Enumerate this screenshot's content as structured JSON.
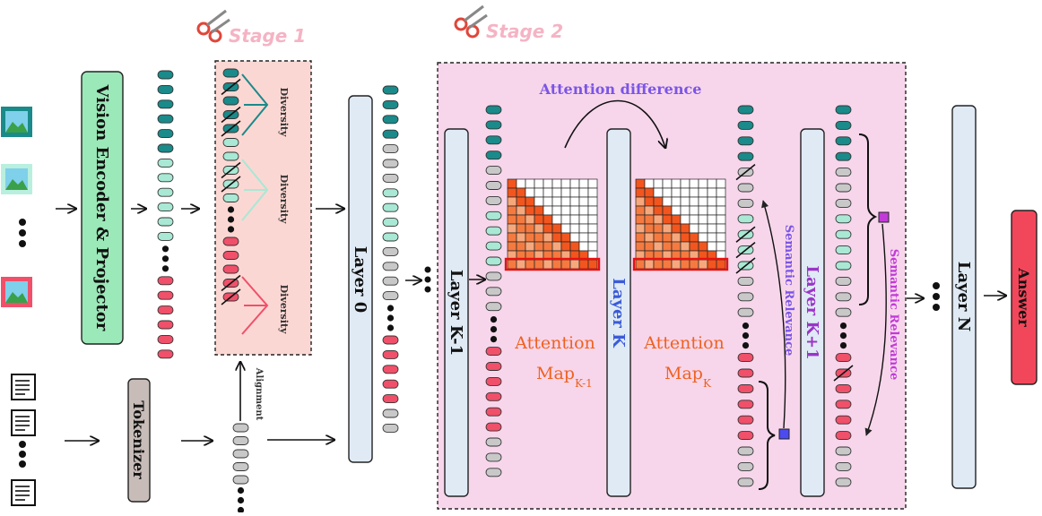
{
  "stage1": {
    "label": "Stage 1"
  },
  "stage2": {
    "label": "Stage 2"
  },
  "vision_encoder": {
    "label": "Vision Encoder & Projector"
  },
  "tokenizer": {
    "label": "Tokenizer"
  },
  "layers": {
    "layer0": "Layer 0",
    "layerK1": "Layer K-1",
    "layerK": "Layer K",
    "layerKplus1": "Layer K+1",
    "layerN": "Layer N"
  },
  "answer": {
    "label": "Answer"
  },
  "diversity": {
    "label": "Diversity"
  },
  "alignment": {
    "label": "Alignment"
  },
  "attention_difference": {
    "label": "Attention difference"
  },
  "attention_map": {
    "title": "Attention",
    "map_label": "Map",
    "sub_k1": "K-1",
    "sub_k": "K"
  },
  "semantic_relevance": {
    "label": "Semantic Relevance"
  },
  "colors": {
    "teal_dark": "#1a8a8a",
    "teal_light": "#a8e8d4",
    "red_token": "#f0506a",
    "gray_token": "#c8c8c8",
    "stage1_bg": "#fbd7d3",
    "stage2_bg": "#f7d6eb",
    "layer_fill": "#dfeaf5",
    "encoder_fill": "#9be8b8",
    "tokenizer_fill": "#c7bcb8",
    "answer_fill": "#f2475b",
    "attention_dark": "#f2561e",
    "attention_light": "#f6a87c",
    "purple": "#7a55e6",
    "magenta": "#c23ad8",
    "stage_label_pink": "#f5b3c4"
  }
}
